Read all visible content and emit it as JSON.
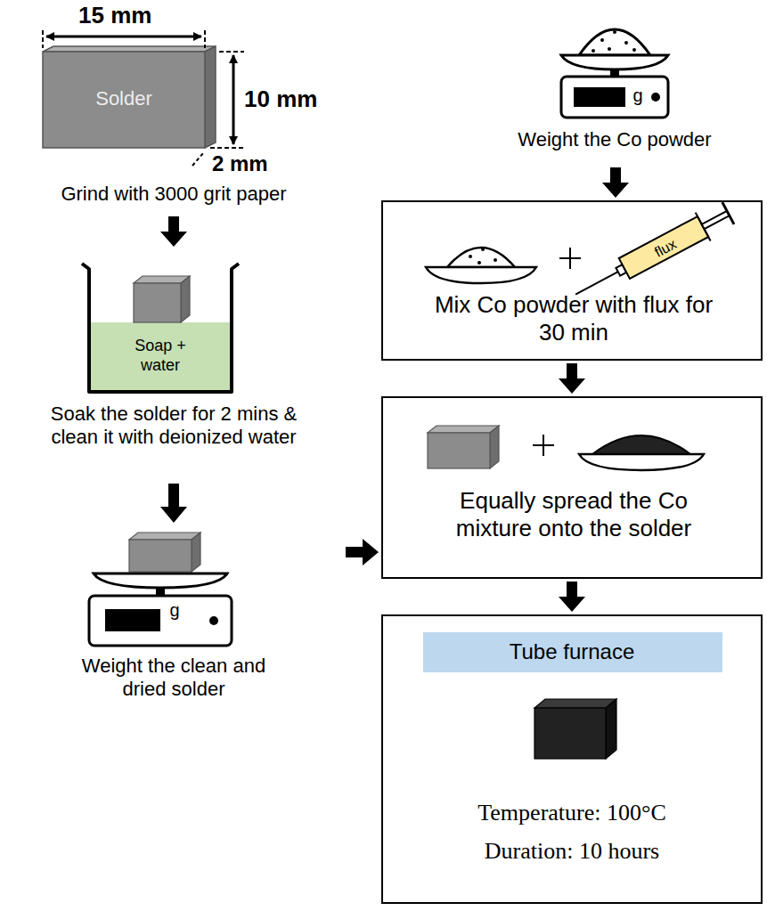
{
  "diagram": {
    "nodes": [
      {
        "text": [
          "Solder",
          "Grind with 3000 grit paper"
        ]
      },
      {
        "text": [
          "Soap + water",
          "Soak the solder for 2 mins & clean it with deionized water"
        ]
      },
      {
        "text": [
          "g",
          "Weight the clean and dried solder"
        ]
      },
      {
        "text": [
          "g",
          "Weight the Co powder"
        ]
      },
      {
        "text": [
          "flux",
          "Mix Co powder with flux for 30 min"
        ]
      },
      {
        "text": [
          "Equally spread the Co mixture onto the solder"
        ]
      },
      {
        "text": [
          "Temperature: 100°C",
          "Duration: 10 hours"
        ]
      },
      {
        "text": [
          "Tube furnace"
        ],
        "in": 6
      }
    ],
    "edges": [
      {
        "from": 0,
        "to": 1,
        "arrow": "to"
      },
      {
        "from": 1,
        "to": 2,
        "arrow": "to"
      },
      {
        "from": 3,
        "to": 4,
        "arrow": "to"
      },
      {
        "from": 4,
        "to": 5,
        "arrow": "to"
      },
      {
        "from": 5,
        "to": 6,
        "arrow": "to"
      },
      {
        "from": 2,
        "to": 5,
        "arrow": "to"
      }
    ],
    "labels": [
      "15 mm",
      "10 mm",
      "2 mm"
    ]
  }
}
